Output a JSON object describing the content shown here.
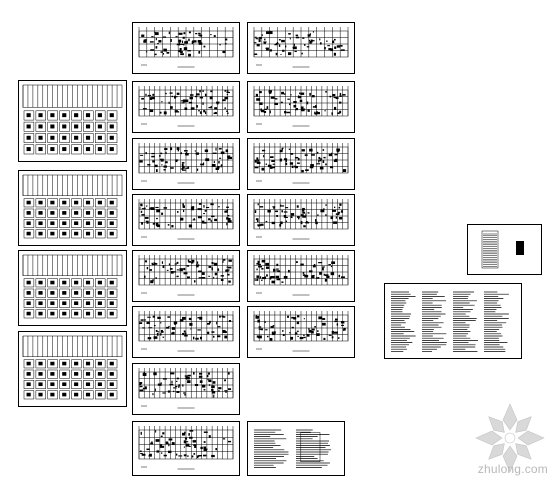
{
  "viewer": {
    "title": "",
    "background_color": "#ffffff",
    "line_color": "#000000"
  },
  "sheets": [
    {
      "id": "top-plan-1",
      "kind": "plan-dense"
    },
    {
      "id": "top-plan-2",
      "kind": "plan-dense"
    },
    {
      "id": "left-detail-1",
      "kind": "detail-grid"
    },
    {
      "id": "left-detail-2",
      "kind": "detail-grid"
    },
    {
      "id": "left-detail-3",
      "kind": "detail-grid"
    },
    {
      "id": "left-detail-4",
      "kind": "detail-grid"
    },
    {
      "id": "center-plan-1",
      "kind": "plan"
    },
    {
      "id": "center-plan-2",
      "kind": "plan"
    },
    {
      "id": "center-plan-3",
      "kind": "plan"
    },
    {
      "id": "center-plan-4",
      "kind": "plan"
    },
    {
      "id": "center-plan-5",
      "kind": "plan"
    },
    {
      "id": "center-plan-6",
      "kind": "plan"
    },
    {
      "id": "center-plan-7",
      "kind": "plan"
    },
    {
      "id": "right-plan-1",
      "kind": "plan"
    },
    {
      "id": "right-plan-2",
      "kind": "plan"
    },
    {
      "id": "right-plan-3",
      "kind": "plan"
    },
    {
      "id": "right-plan-4",
      "kind": "plan"
    },
    {
      "id": "right-plan-5",
      "kind": "plan"
    },
    {
      "id": "bottom-notes-sheet",
      "kind": "notes"
    },
    {
      "id": "index-sheet",
      "kind": "index"
    },
    {
      "id": "general-notes-sheet",
      "kind": "notes-wide"
    }
  ],
  "watermark": {
    "text": "zhulong.com",
    "icon": "zhulong-flower-logo"
  }
}
